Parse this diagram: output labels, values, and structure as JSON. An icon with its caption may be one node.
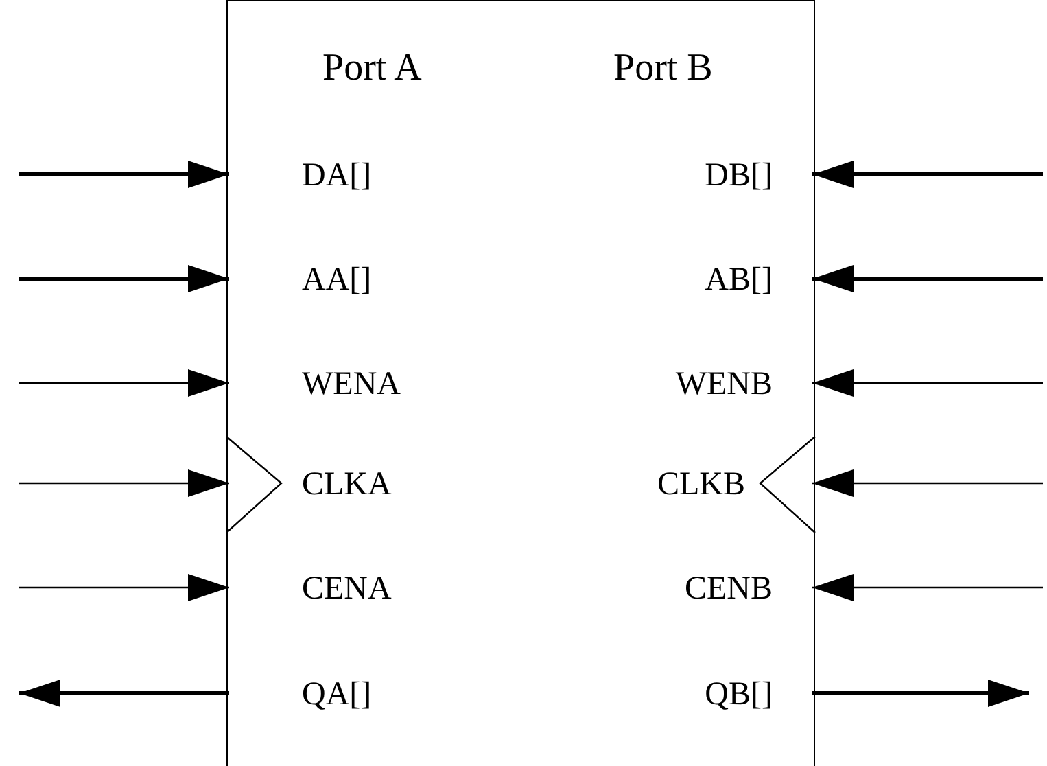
{
  "diagram": {
    "nodes": [
      {
        "text": [],
        "shape": "box"
      },
      {
        "text": [
          "DA[]"
        ],
        "in": 0
      },
      {
        "text": [
          "DB[]"
        ],
        "in": 0
      },
      {
        "text": [
          "AA[]"
        ],
        "in": 0
      },
      {
        "text": [
          "AB[]"
        ],
        "in": 0
      },
      {
        "text": [
          "WENA"
        ],
        "in": 0
      },
      {
        "text": [
          "WENB"
        ],
        "in": 0
      },
      {
        "text": [
          "CLKA"
        ],
        "in": 0
      },
      {
        "text": [
          "CLKB"
        ],
        "in": 0
      },
      {
        "text": [
          "CENA"
        ],
        "in": 0
      },
      {
        "text": [
          "CENB"
        ],
        "in": 0
      },
      {
        "text": [
          "QA[]"
        ],
        "in": 0
      },
      {
        "text": [
          "QB[]"
        ],
        "in": 0
      }
    ],
    "edges": [
      {
        "from": null,
        "to": 1,
        "arrow": "to",
        "style": "thick"
      },
      {
        "from": null,
        "to": 2,
        "arrow": "to",
        "style": "thick"
      },
      {
        "from": null,
        "to": 3,
        "arrow": "to",
        "style": "thick"
      },
      {
        "from": null,
        "to": 4,
        "arrow": "to",
        "style": "thick"
      },
      {
        "from": null,
        "to": 5,
        "arrow": "to"
      },
      {
        "from": null,
        "to": 6,
        "arrow": "to"
      },
      {
        "from": null,
        "to": 7,
        "arrow": "to"
      },
      {
        "from": null,
        "to": 8,
        "arrow": "to"
      },
      {
        "from": null,
        "to": 9,
        "arrow": "to"
      },
      {
        "from": null,
        "to": 10,
        "arrow": "to"
      },
      {
        "from": 11,
        "to": null,
        "arrow": "to",
        "style": "thick"
      },
      {
        "from": 12,
        "to": null,
        "arrow": "to",
        "style": "thick"
      }
    ],
    "labels": [
      "Port A",
      "Port B"
    ]
  }
}
